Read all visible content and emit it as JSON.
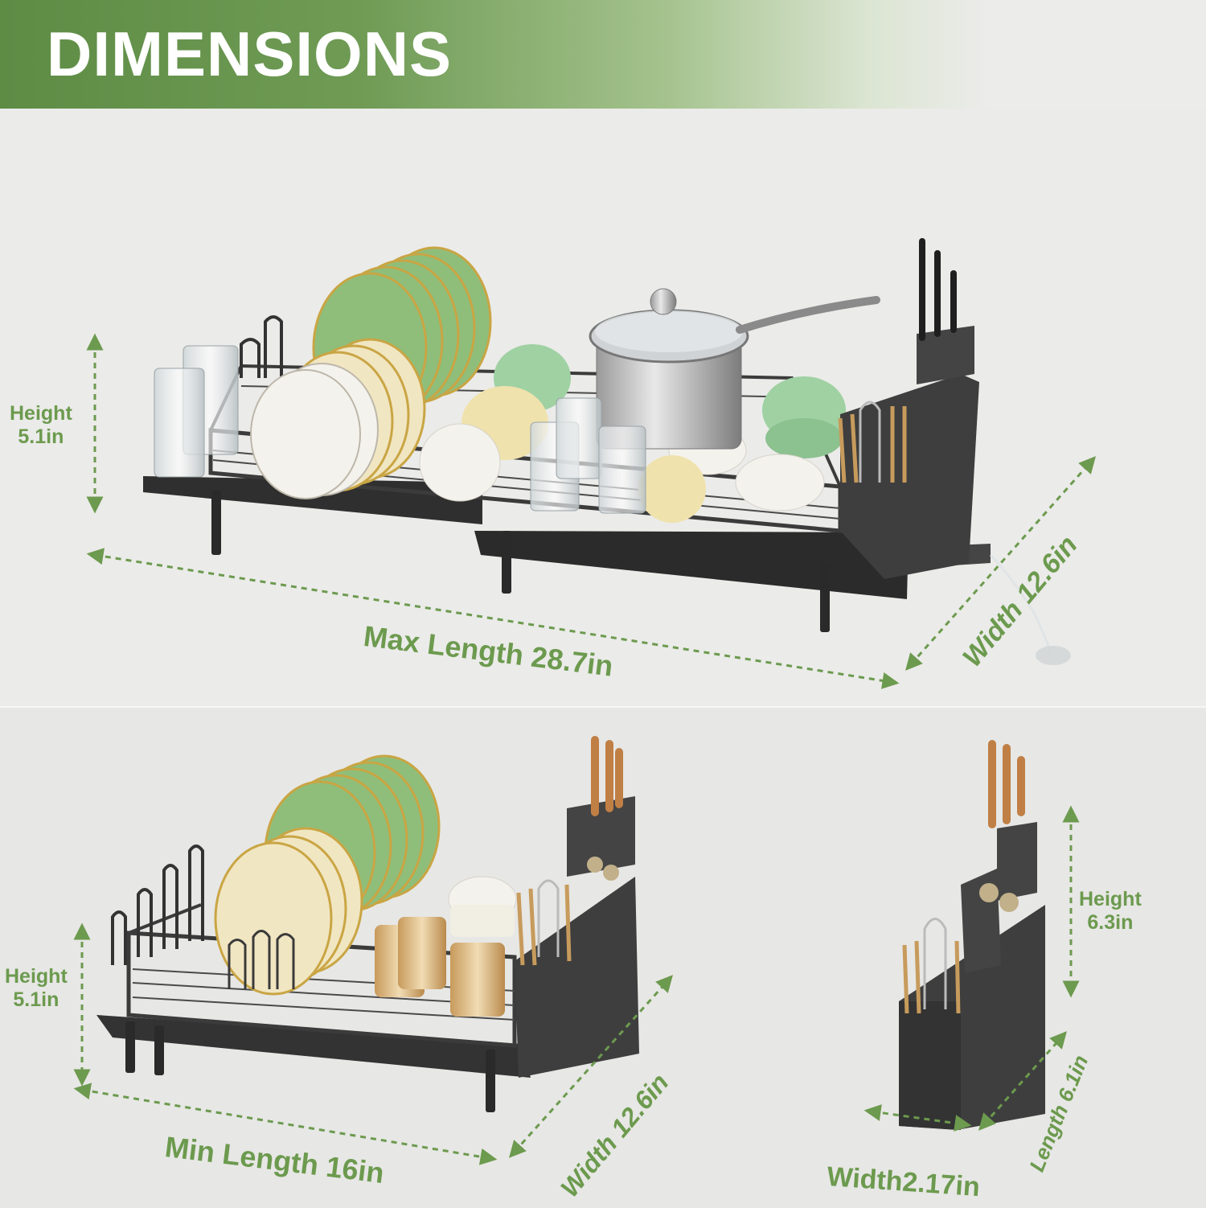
{
  "banner": {
    "title": "DIMENSIONS"
  },
  "colors": {
    "accent": "#6c9a4e",
    "rack": "#3a3a3a",
    "plate_green": "#8fbe7a",
    "plate_cream": "#f1e6c2"
  },
  "top": {
    "height_label": "Height",
    "height_value": "5.1in",
    "length_label": "Max Length 28.7in",
    "width_label": "Width 12.6in"
  },
  "bottom_left": {
    "height_label": "Height",
    "height_value": "5.1in",
    "length_label": "Min Length 16in",
    "width_label": "Width 12.6in"
  },
  "bottom_right": {
    "height_label": "Height",
    "height_value": "6.3in",
    "length_label": "Length 6.1in",
    "width_label": "Width2.17in"
  }
}
